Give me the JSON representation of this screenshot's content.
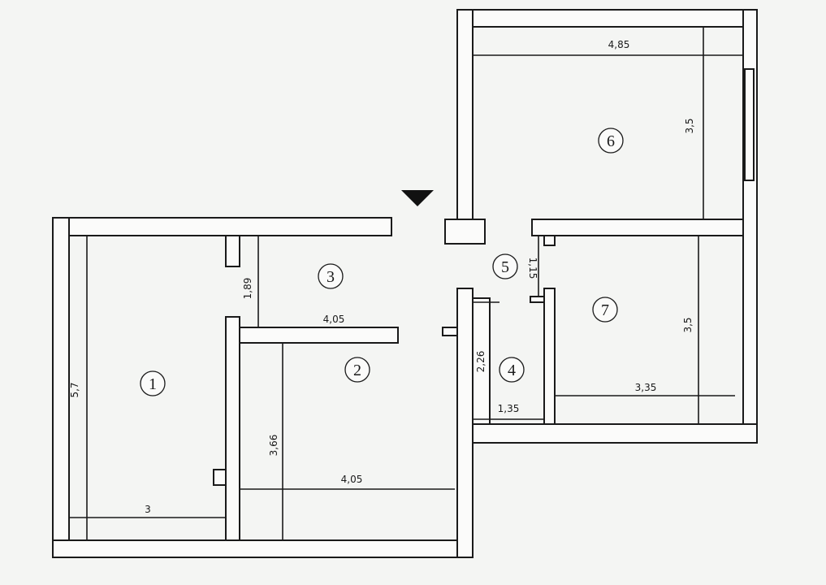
{
  "rooms": [
    {
      "number": "1"
    },
    {
      "number": "2"
    },
    {
      "number": "3"
    },
    {
      "number": "4"
    },
    {
      "number": "5"
    },
    {
      "number": "6"
    },
    {
      "number": "7"
    }
  ],
  "dimensions": [
    "4,85",
    "3,5",
    "1,15",
    "3,5",
    "3,35",
    "1,35",
    "2,26",
    "1,89",
    "4,05",
    "4,05",
    "3,66",
    "5,7",
    "3"
  ],
  "entrance_marker": {
    "icon": "entrance-triangle-icon"
  },
  "colors": {
    "line": "#1a1a1a",
    "paper": "#f4f5f3"
  }
}
